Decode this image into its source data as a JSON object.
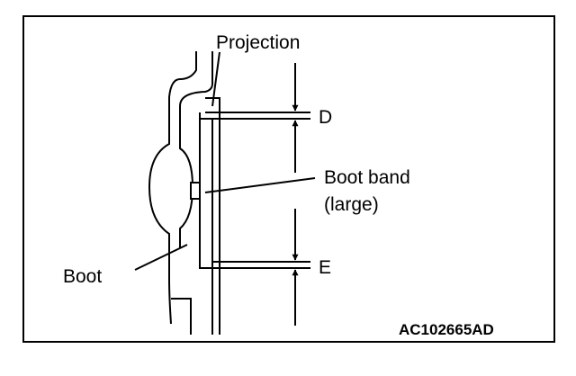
{
  "labels": {
    "projection": "Projection",
    "d": "D",
    "boot_band_line1": "Boot band",
    "boot_band_line2": "(large)",
    "e": "E",
    "boot": "Boot"
  },
  "figure_code": "AC102665AD"
}
